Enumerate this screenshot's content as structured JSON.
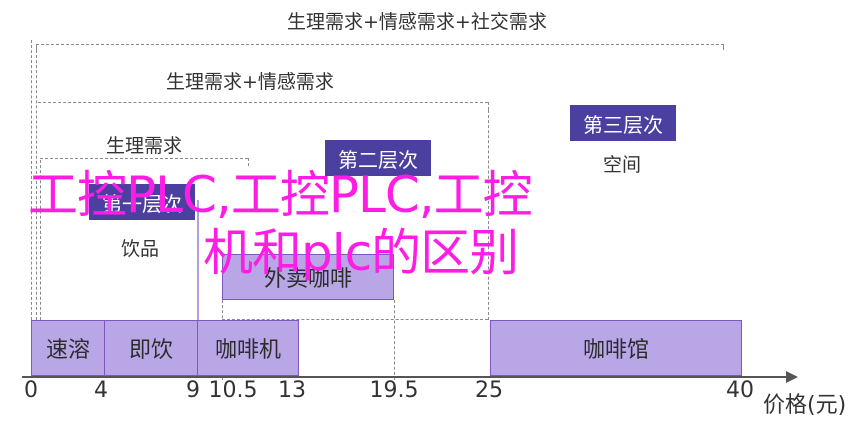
{
  "tiers": {
    "top_label": "生理需求+情感需求+社交需求",
    "mid_label": "生理需求+情感需求",
    "low_label": "生理需求"
  },
  "levels": {
    "first": "第一层次",
    "second": "第二层次",
    "third": "第三层次"
  },
  "items": {
    "drinks": "饮品",
    "delivery_coffee": "外卖咖啡",
    "space": "空间"
  },
  "bar_segments": [
    {
      "label": "速溶",
      "from": 0,
      "to": 4
    },
    {
      "label": "即饮",
      "from": 4,
      "to": 9
    },
    {
      "label": "咖啡机",
      "from": 9,
      "to": 13
    },
    {
      "label": "咖啡馆",
      "from": 25,
      "to": 40
    }
  ],
  "axis": {
    "ticks": [
      "0",
      "4",
      "9",
      "10.5",
      "13",
      "19.5",
      "25",
      "40"
    ],
    "label": "价格(元)"
  },
  "overlay": {
    "line1": "工控PLC,工控PLC,工控",
    "line2": "机和plc的区别"
  },
  "colors": {
    "box_fill": "#b9a6e6",
    "box_border": "#7e57c2",
    "dark_box": "#4b3fa0",
    "overlay_text": "#ff1de6"
  }
}
